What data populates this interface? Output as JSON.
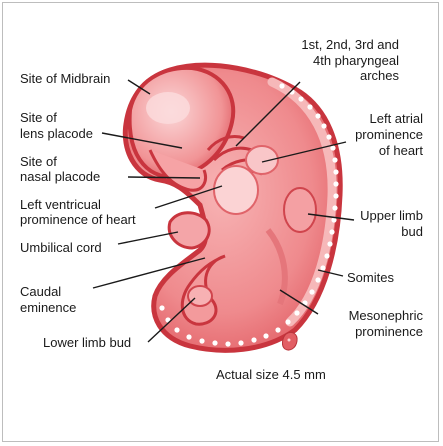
{
  "labels": {
    "midbrain": "Site of Midbrain",
    "lens_1": "Site of",
    "lens_2": "lens placode",
    "nasal_1": "Site of",
    "nasal_2": "nasal placode",
    "lv_1": "Left ventricual",
    "lv_2": "prominence of heart",
    "umbilical": "Umbilical cord",
    "caudal_1": "Caudal",
    "caudal_2": "eminence",
    "lower_limb": "Lower limb bud",
    "pharyngeal_1": "1st, 2nd, 3rd and",
    "pharyngeal_2": "4th pharyngeal",
    "pharyngeal_3": "arches",
    "atrial_1": "Left atrial",
    "atrial_2": "prominence",
    "atrial_3": "of heart",
    "upper_1": "Upper limb",
    "upper_2": "bud",
    "somites": "Somites",
    "meso_1": "Mesonephric",
    "meso_2": "prominence"
  },
  "caption": "Actual size 4.5 mm",
  "colors": {
    "embryo_outer": "#d8474f",
    "embryo_fill": "#f08a8c",
    "embryo_light": "#f9cfd0",
    "somite_dot": "#ffffff",
    "leader": "#1a1a1a",
    "frame": "#bdbdbd"
  }
}
